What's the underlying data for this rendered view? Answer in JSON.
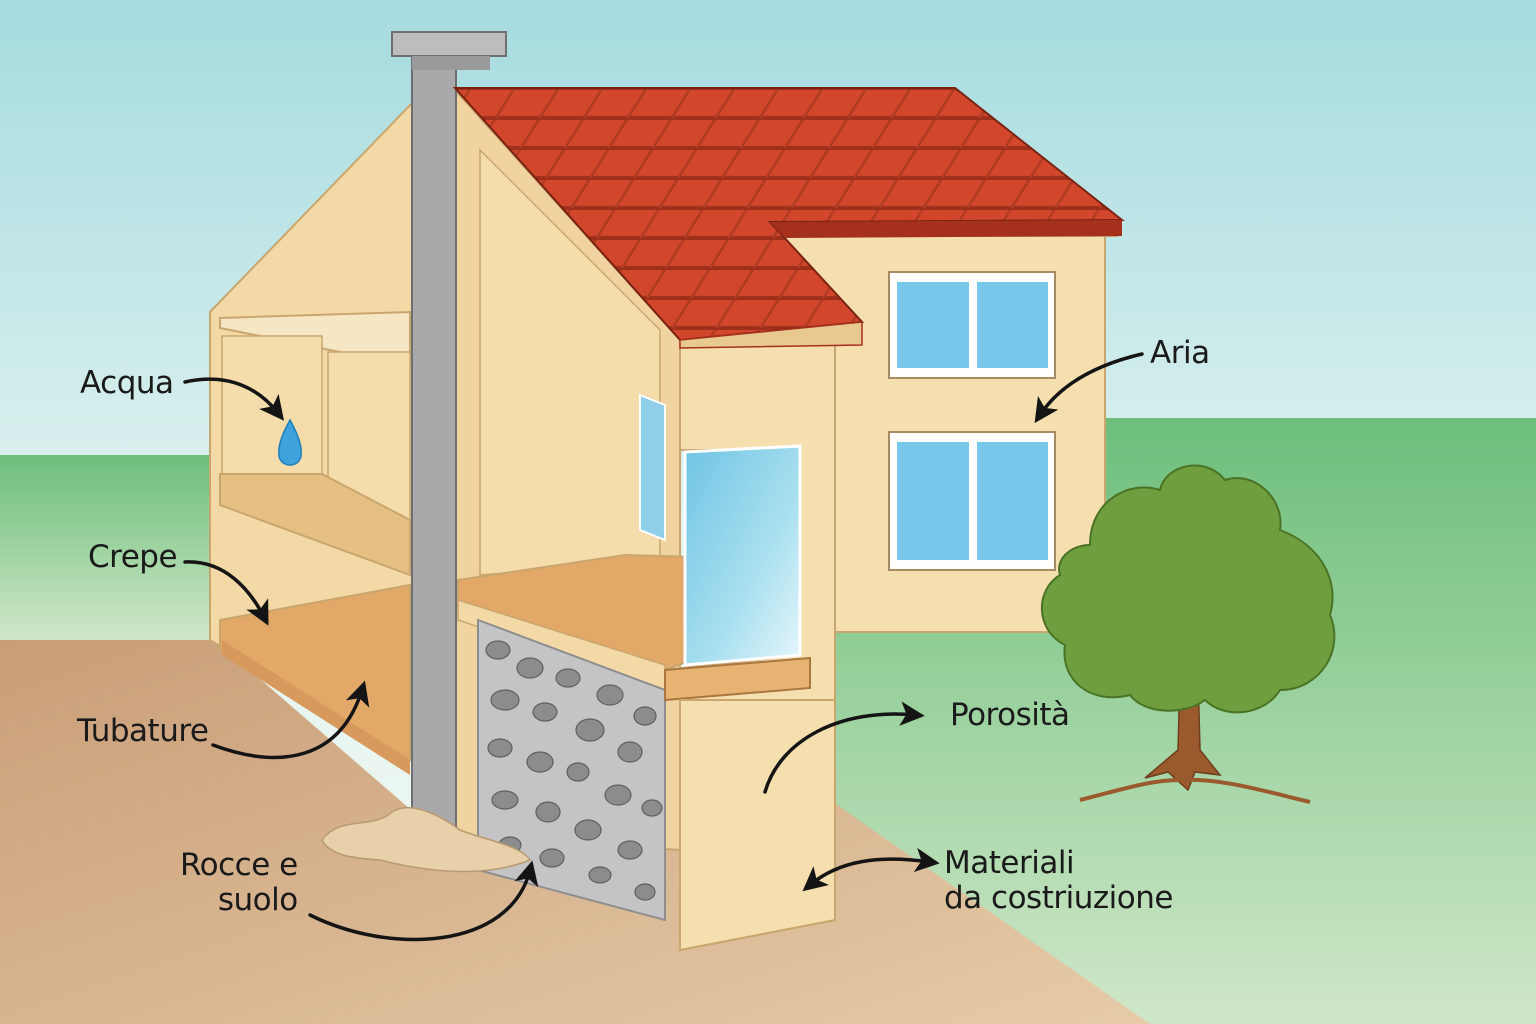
{
  "labels": {
    "acqua": "Acqua",
    "crepe": "Crepe",
    "tubature": "Tubature",
    "rocce_line1": "Rocce e",
    "rocce_line2": "suolo",
    "aria": "Aria",
    "porosita": "Porosità",
    "materiali_line1": "Materiali",
    "materiali_line2": "da costriuzione"
  },
  "colors": {
    "sky_top": "#a8dde0",
    "sky_bottom": "#e6f4f0",
    "grass": "#6cbf7a",
    "ground": "#d9b48c",
    "wall": "#f6dfaf",
    "wall_shadow": "#e7c692",
    "floor": "#e2a868",
    "roof": "#d2472c",
    "roof_dark": "#a5311d",
    "chimney": "#a9a9ab",
    "glass": "#8fd0e8",
    "stone": "#9a9a9c",
    "tree_foliage": "#6f9e3f",
    "trunk": "#9b5a2e",
    "arrow": "#141414"
  }
}
